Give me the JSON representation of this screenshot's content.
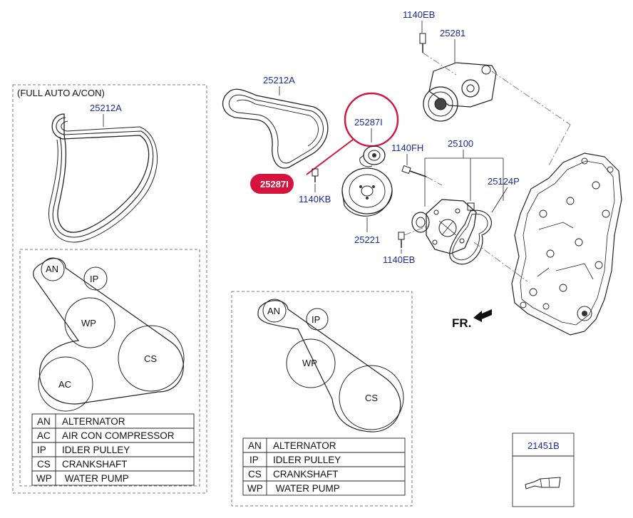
{
  "diagram": {
    "main_panel": {
      "label": "(FULL AUTO A/CON)",
      "belt_part": "25212A",
      "pulleys": {
        "an": "AN",
        "ip": "IP",
        "wp": "WP",
        "cs": "CS",
        "ac": "AC"
      },
      "legend": [
        {
          "code": "AN",
          "name": "ALTERNATOR"
        },
        {
          "code": "AC",
          "name": "AIR CON COMPRESSOR"
        },
        {
          "code": "IP",
          "name": "IDLER PULLEY"
        },
        {
          "code": "CS",
          "name": "CRANKSHAFT"
        },
        {
          "code": "WP",
          "name": " WATER PUMP"
        }
      ]
    },
    "second_panel": {
      "pulleys": {
        "an": "AN",
        "ip": "IP",
        "wp": "WP",
        "cs": "CS"
      },
      "legend": [
        {
          "code": "AN",
          "name": "ALTERNATOR"
        },
        {
          "code": "IP",
          "name": "IDLER PULLEY"
        },
        {
          "code": "CS",
          "name": "CRANKSHAFT"
        },
        {
          "code": "WP",
          "name": " WATER PUMP"
        }
      ]
    },
    "parts": {
      "p_1140eb_top": "1140EB",
      "p_25281": "25281",
      "p_25212a": "25212A",
      "p_25287i_circle": "25287I",
      "p_25287i_badge": "25287I",
      "p_1140kb": "1140KB",
      "p_1140fh": "1140FH",
      "p_25100": "25100",
      "p_25124p": "25124P",
      "p_25221": "25221",
      "p_1140eb_bottom": "1140EB",
      "p_21451b": "21451B"
    },
    "direction_label": "FR.",
    "colors": {
      "part_number": "#1a2a9e",
      "highlight": "#d4143c",
      "line": "#222222"
    }
  }
}
